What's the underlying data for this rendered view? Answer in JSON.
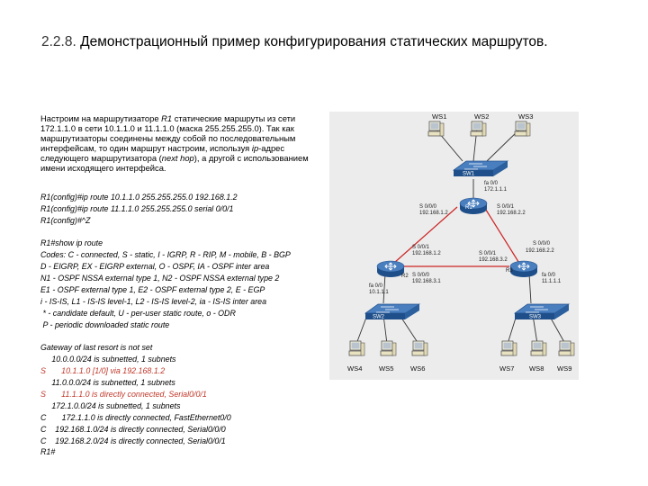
{
  "title": {
    "number": "2.2.8.",
    "text": "Демонстрационный пример конфигурирования статических маршрутов."
  },
  "intro": {
    "line1": "Настроим на маршрутизаторе ",
    "router_name": "R1",
    "line1_end": " статические маршруты из сети 172.1.1.0 в сети 10.1.1.0 и 11.1.1.0 (маска 255.255.255.0). Так как маршрутизаторы соединены между собой по последовательным интерфейсам, то один маршрут настроим, используя ",
    "ip_term": "ip",
    "mid": "-адрес следующего маршрутизатора (",
    "next_hop": "next hop",
    "end": "), а другой с использованием имени исходящего интерфейса."
  },
  "cli": [
    {
      "text": "",
      "red": false
    },
    {
      "text": "R1(config)#ip route 10.1.1.0 255.255.255.0 192.168.1.2",
      "red": false
    },
    {
      "text": "R1(config)#ip route 11.1.1.0 255.255.255.0 serial 0/0/1",
      "red": false
    },
    {
      "text": "R1(config)#^Z",
      "red": false
    },
    {
      "text": "",
      "red": false
    },
    {
      "text": "R1#show ip route",
      "red": false
    },
    {
      "text": "Codes: C - connected, S - static, I - IGRP, R - RIP, M - mobile, B - BGP",
      "red": false
    },
    {
      "text": "D - EIGRP, EX - EIGRP external, O - OSPF, IA - OSPF inter area",
      "red": false
    },
    {
      "text": "N1 - OSPF NSSA external type 1, N2 - OSPF NSSA external type 2",
      "red": false
    },
    {
      "text": "E1 - OSPF external type 1, E2 - OSPF external type 2, E - EGP",
      "red": false
    },
    {
      "text": "i - IS-IS, L1 - IS-IS level-1, L2 - IS-IS level-2, ia - IS-IS inter area",
      "red": false
    },
    {
      "text": " * - candidate default, U - per-user static route, o - ODR",
      "red": false
    },
    {
      "text": " P - periodic downloaded static route",
      "red": false
    },
    {
      "text": "",
      "red": false
    },
    {
      "text": "Gateway of last resort is not set",
      "red": false
    },
    {
      "text": "     10.0.0.0/24 is subnetted, 1 subnets",
      "red": false
    },
    {
      "text": "S       10.1.1.0 [1/0] via 192.168.1.2",
      "red": true
    },
    {
      "text": "     11.0.0.0/24 is subnetted, 1 subnets",
      "red": false
    },
    {
      "text": "S       11.1.1.0 is directly connected, Serial0/0/1",
      "red": true
    },
    {
      "text": "     172.1.0.0/24 is subnetted, 1 subnets",
      "red": false
    },
    {
      "text": "C       172.1.1.0 is directly connected, FastEthernet0/0",
      "red": false
    },
    {
      "text": "C    192.168.1.0/24 is directly connected, Serial0/0/0",
      "red": false
    },
    {
      "text": "C    192.168.2.0/24 is directly connected, Serial0/0/1",
      "red": false
    },
    {
      "text": "R1#",
      "red": false
    }
  ],
  "diagram": {
    "workstations": [
      "WS1",
      "WS2",
      "WS3",
      "WS4",
      "WS5",
      "WS6",
      "WS7",
      "WS8",
      "WS9"
    ],
    "switches": [
      "SW1",
      "SW2",
      "SW3"
    ],
    "routers": [
      "R1",
      "R2",
      "R3"
    ],
    "r1_fa": [
      "fa 0/0",
      "172.1.1.1"
    ],
    "r1_s000": [
      "S 0/0/0",
      "192.168.1.2"
    ],
    "r1_s001": [
      "S 0/0/1",
      "192.168.2.2"
    ],
    "r2_s001": [
      "S 0/0/1",
      "192.168.1.2"
    ],
    "r2_s000": [
      "S 0/0/0",
      "192.168.3.1"
    ],
    "r2_fa": [
      "fa 0/0",
      "10.1.1.1"
    ],
    "r3_s001": [
      "S 0/0/1",
      "192.168.3.2"
    ],
    "r3_s000": [
      "S 0/0/0",
      "192.168.2.2"
    ],
    "r3_fa": [
      "fa 0/0",
      "11.1.1.1"
    ],
    "colors": {
      "device": "#3a6fb0",
      "device_dark": "#1f4f8a",
      "link_red": "#cc2222",
      "link": "#333333"
    }
  }
}
